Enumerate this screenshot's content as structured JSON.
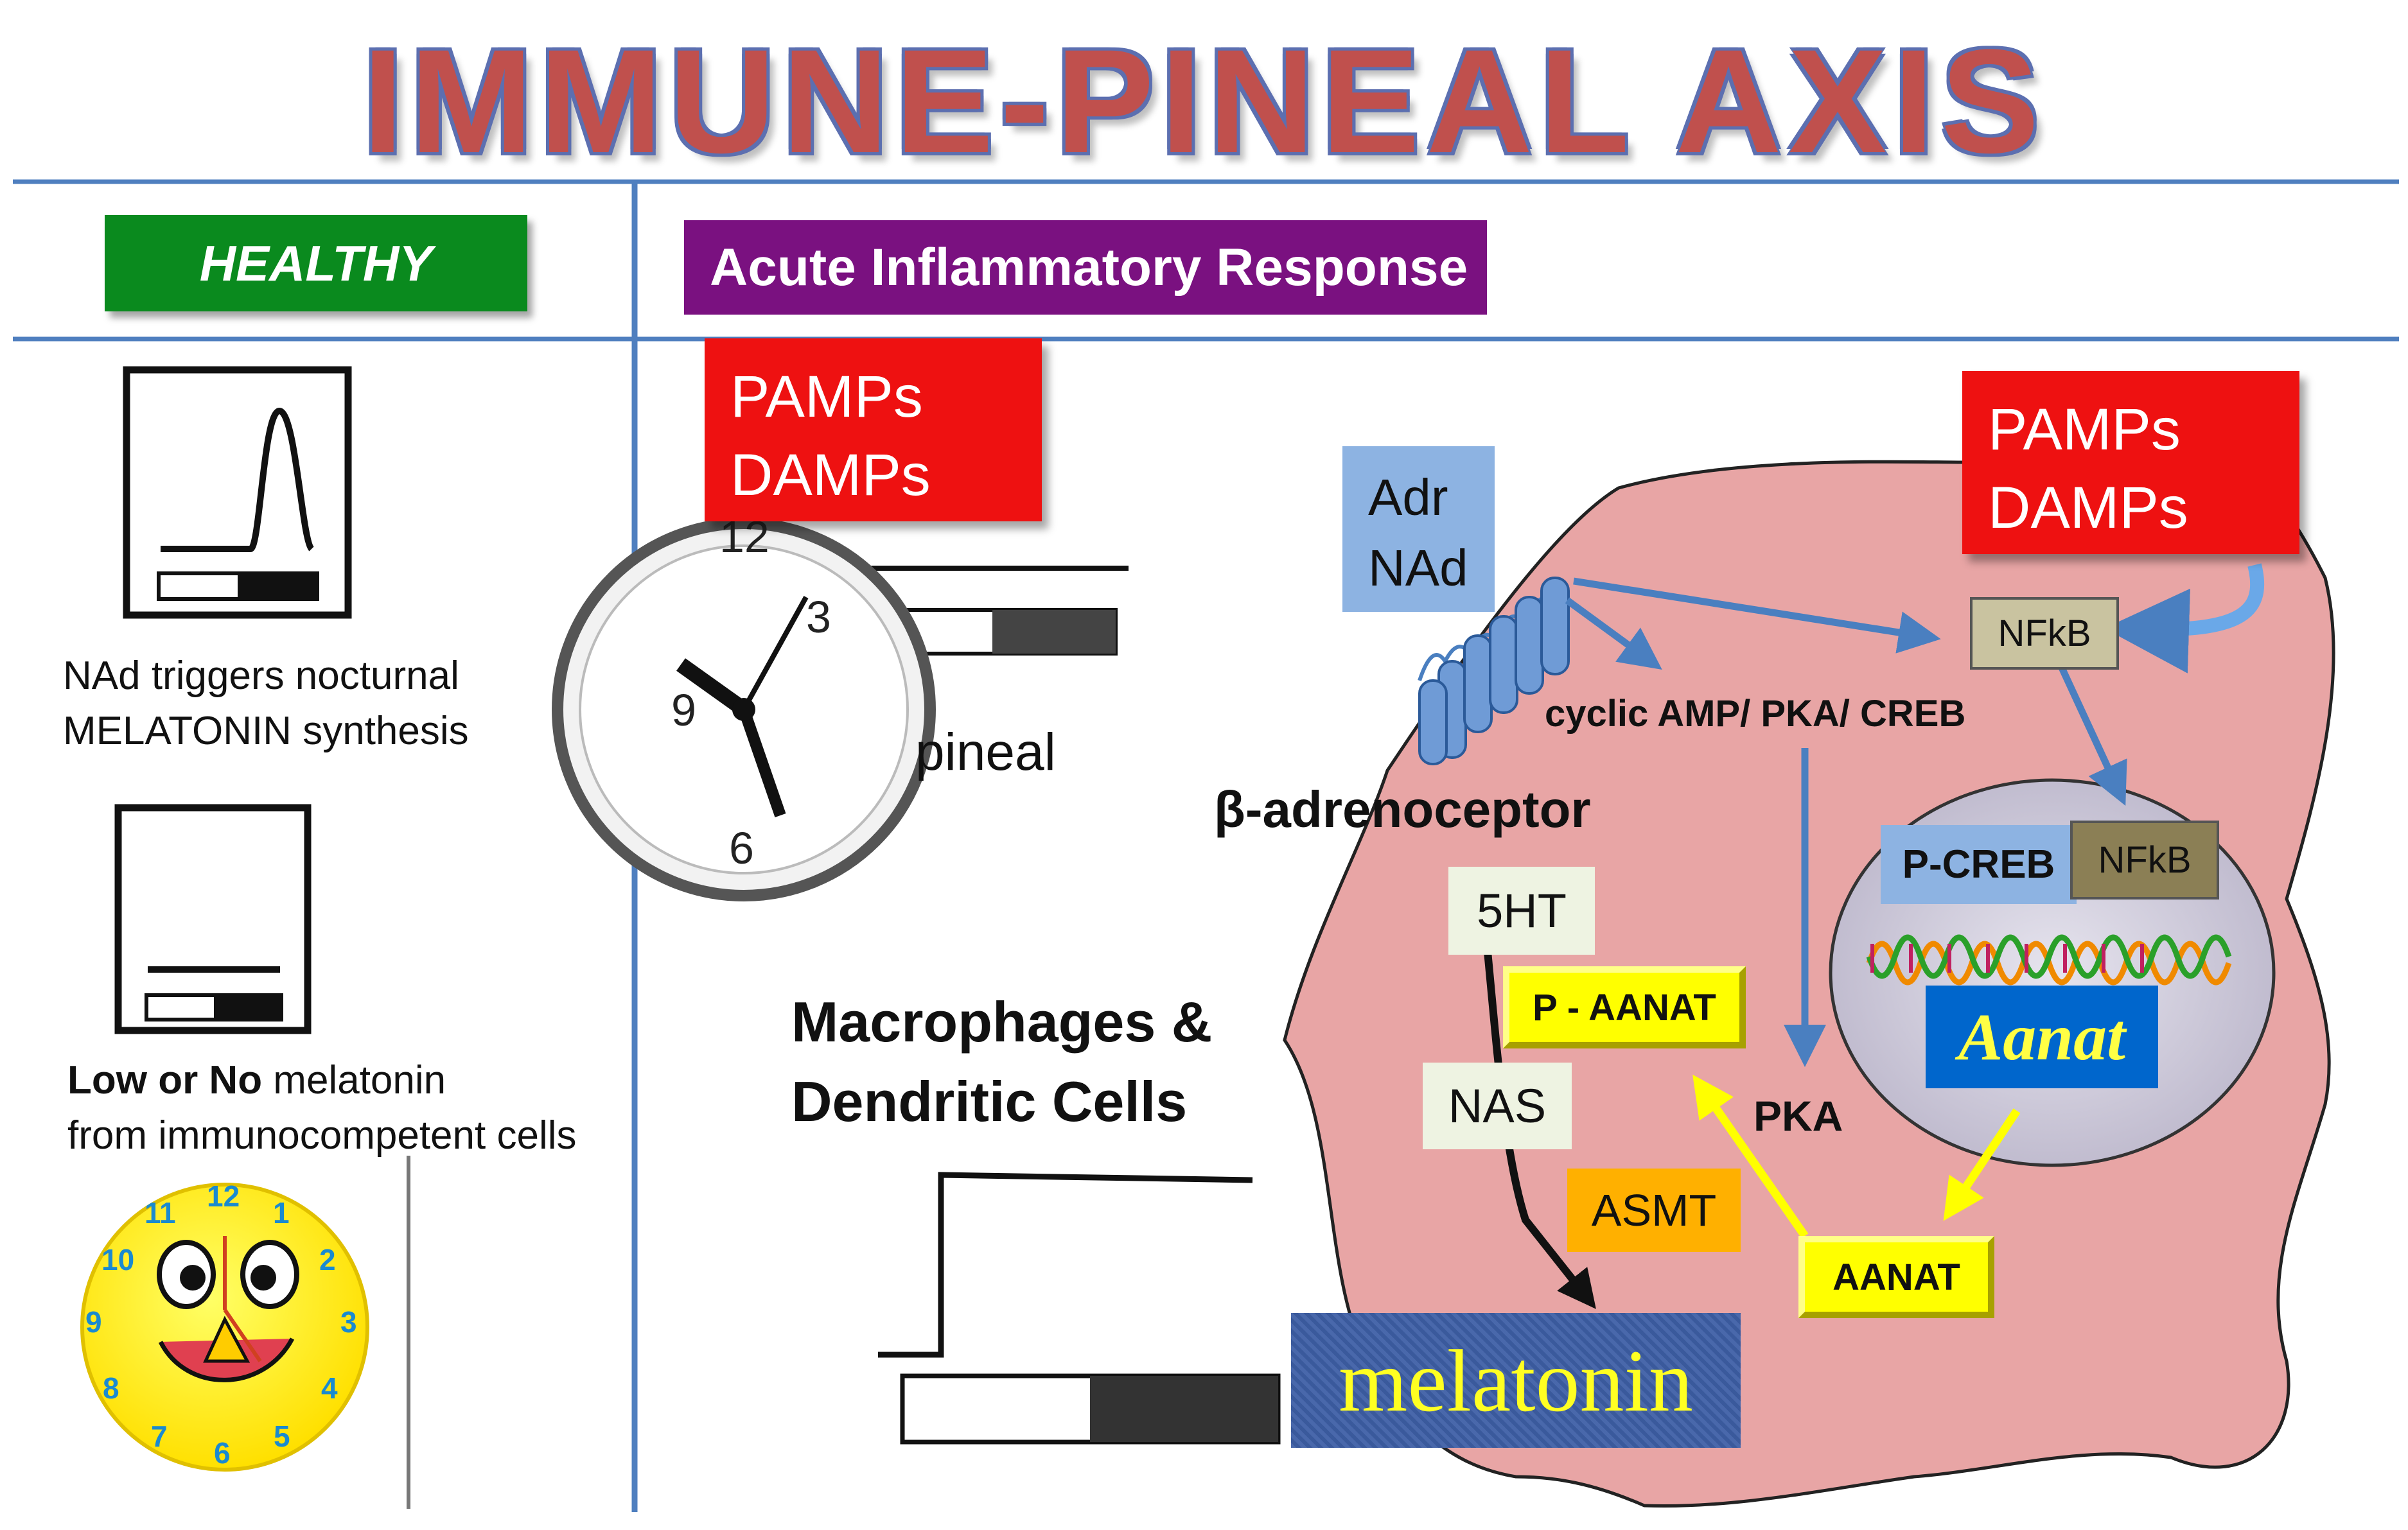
{
  "title": "IMMUNE-PINEAL AXIS",
  "left_panel": {
    "header": "HEALTHY",
    "caption_1_line1": "NAd triggers nocturnal",
    "caption_1_line2": "MELATONIN synthesis",
    "caption_2_bold": "Low or No",
    "caption_2_rest": " melatonin",
    "caption_2_line2": "from immunocompetent cells",
    "clock_numbers": [
      "12",
      "1",
      "2",
      "3",
      "4",
      "5",
      "6",
      "7",
      "8",
      "9",
      "10",
      "11"
    ]
  },
  "right_panel": {
    "header": "Acute Inflammatory Response",
    "pamps_left_line1": "PAMPs",
    "pamps_left_line2": "DAMPs",
    "pamps_right_line1": "PAMPs",
    "pamps_right_line2": "DAMPs",
    "pineal_label": "pineal",
    "adr_line1": "Adr",
    "adr_line2": "NAd",
    "cyclic_amp": "cyclic AMP/ PKA/ CREB",
    "beta_receptor": "β-adrenoceptor",
    "nfkb_top": "NFkB",
    "pcreb": "P-CREB",
    "nfkb_nucleus": "NFkB",
    "aanat_gene": "Aanat",
    "five_ht": "5HT",
    "p_aanat": "P - AANAT",
    "nas": "NAS",
    "pka": "PKA",
    "asmt": "ASMT",
    "aanat_enzyme": "AANAT",
    "melatonin": "melatonin",
    "cells_line1": "Macrophages &",
    "cells_line2": "Dendritic Cells"
  },
  "colors": {
    "title": "#c0504d",
    "healthy": "#0a8a1e",
    "acute": "#7a1180",
    "pamps": "#ee1111",
    "cell": "#e8a5a5",
    "arrow_blue": "#4a7fc0",
    "arrow_yellow": "#ffff00"
  }
}
